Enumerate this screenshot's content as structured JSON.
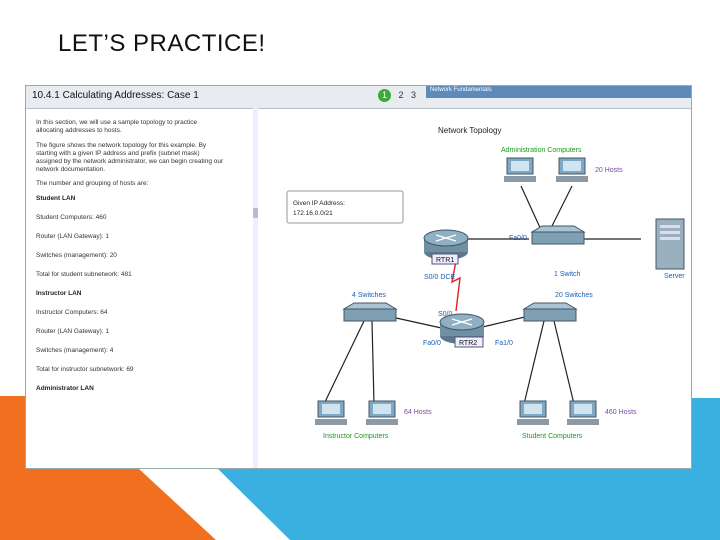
{
  "slide": {
    "title": "LET’S PRACTICE!"
  },
  "window": {
    "title": "10.4.1 Calculating Addresses: Case 1",
    "pager": [
      "1",
      "2",
      "3"
    ],
    "header_label": "Network Fundamentals",
    "left_text": [
      {
        "text": "In this section, we will use a sample topology to practice",
        "bold": false
      },
      {
        "text": "allocating addresses to hosts.",
        "bold": false
      },
      {
        "text": "The figure shows the network topology for this example. By",
        "bold": false
      },
      {
        "text": "starting with a given IP address and prefix (subnet mask)",
        "bold": false
      },
      {
        "text": "assigned by the network administrator, we can begin creating our",
        "bold": false
      },
      {
        "text": "network documentation.",
        "bold": false
      },
      {
        "text": "The number and grouping of hosts are:",
        "bold": false
      },
      {
        "text": "Student LAN",
        "bold": true
      },
      {
        "text": "Student Computers: 460",
        "bold": false
      },
      {
        "text": "Router (LAN Gateway): 1",
        "bold": false
      },
      {
        "text": "Switches (management): 20",
        "bold": false
      },
      {
        "text": "Total for student subnetwork: 481",
        "bold": false
      },
      {
        "text": "Instructor LAN",
        "bold": true
      },
      {
        "text": "Instructor Computers: 64",
        "bold": false
      },
      {
        "text": "Router (LAN Gateway): 1",
        "bold": false
      },
      {
        "text": "Switches (management): 4",
        "bold": false
      },
      {
        "text": "Total for instructor subnetwork: 69",
        "bold": false
      },
      {
        "text": "Administrator LAN",
        "bold": true
      }
    ]
  },
  "topology": {
    "title": "Network Topology",
    "given_ip_label": "Given IP Address:",
    "given_ip_value": "172.16.0.0/21",
    "admin_label": "Administration Computers",
    "admin_hosts": "20 Hosts",
    "rtr1": "RTR1",
    "rtr2": "RTR2",
    "fa00_top": "Fa0/0",
    "s00dce": "S0/0 DCE",
    "s00": "S0/0",
    "one_switch": "1 Switch",
    "server": "Server",
    "four_switches": "4 Switches",
    "twenty_switches": "20 Switches",
    "fa00_bottom": "Fa0/0",
    "fa10": "Fa1/0",
    "hosts64": "64 Hosts",
    "hosts460": "460 Hosts",
    "instructor_label": "Instructor Computers",
    "student_label": "Student Computers"
  },
  "colors": {
    "accent_blue": "#3ab0e0",
    "accent_orange": "#f07020",
    "label_green": "#1a9a1a",
    "label_blue": "#1a5fb4",
    "hosts_purple": "#7a4aa0",
    "cable_red": "#e02020"
  }
}
